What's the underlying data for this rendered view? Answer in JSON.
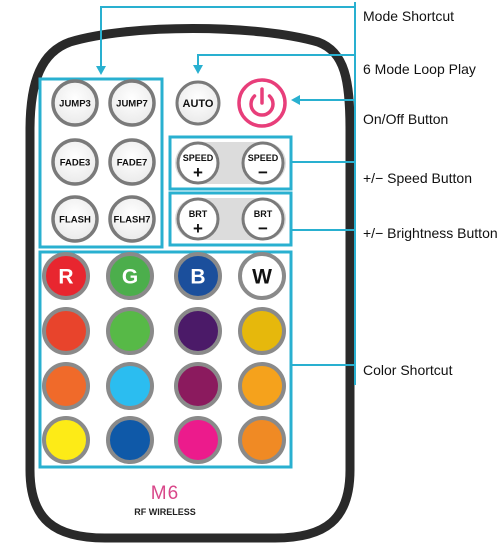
{
  "callouts": {
    "mode_shortcut": "Mode Shortcut",
    "loop_play": "6 Mode Loop Play",
    "on_off": "On/Off Button",
    "speed": "+/− Speed Button",
    "brightness": "+/− Brightness Button",
    "color_shortcut": "Color Shortcut"
  },
  "remote": {
    "model": "M6",
    "subtitle": "RF WIRELESS",
    "mode_buttons": [
      "JUMP3",
      "JUMP7",
      "FADE3",
      "FADE7",
      "FLASH",
      "FLASH7"
    ],
    "auto_label": "AUTO",
    "power_icon": "power-icon",
    "speed": {
      "label": "SPEED",
      "plus": "+",
      "minus": "−"
    },
    "brightness": {
      "label": "BRT",
      "plus": "+",
      "minus": "−"
    },
    "rgbw": [
      {
        "label": "R",
        "color": "#e8262f"
      },
      {
        "label": "G",
        "color": "#4cae4c"
      },
      {
        "label": "B",
        "color": "#1b4f9c"
      },
      {
        "label": "W",
        "color": "#ffffff"
      }
    ],
    "color_swatches": [
      "#e8442c",
      "#57b947",
      "#4b1a68",
      "#e6b80c",
      "#f06a2a",
      "#2bbdf0",
      "#8b1a5e",
      "#f5a21c",
      "#fdeb17",
      "#0f59a8",
      "#ec1b8c",
      "#f08a24"
    ],
    "accent_color": "#29b0d0",
    "power_color": "#e83e7a",
    "model_color": "#d9478a"
  }
}
